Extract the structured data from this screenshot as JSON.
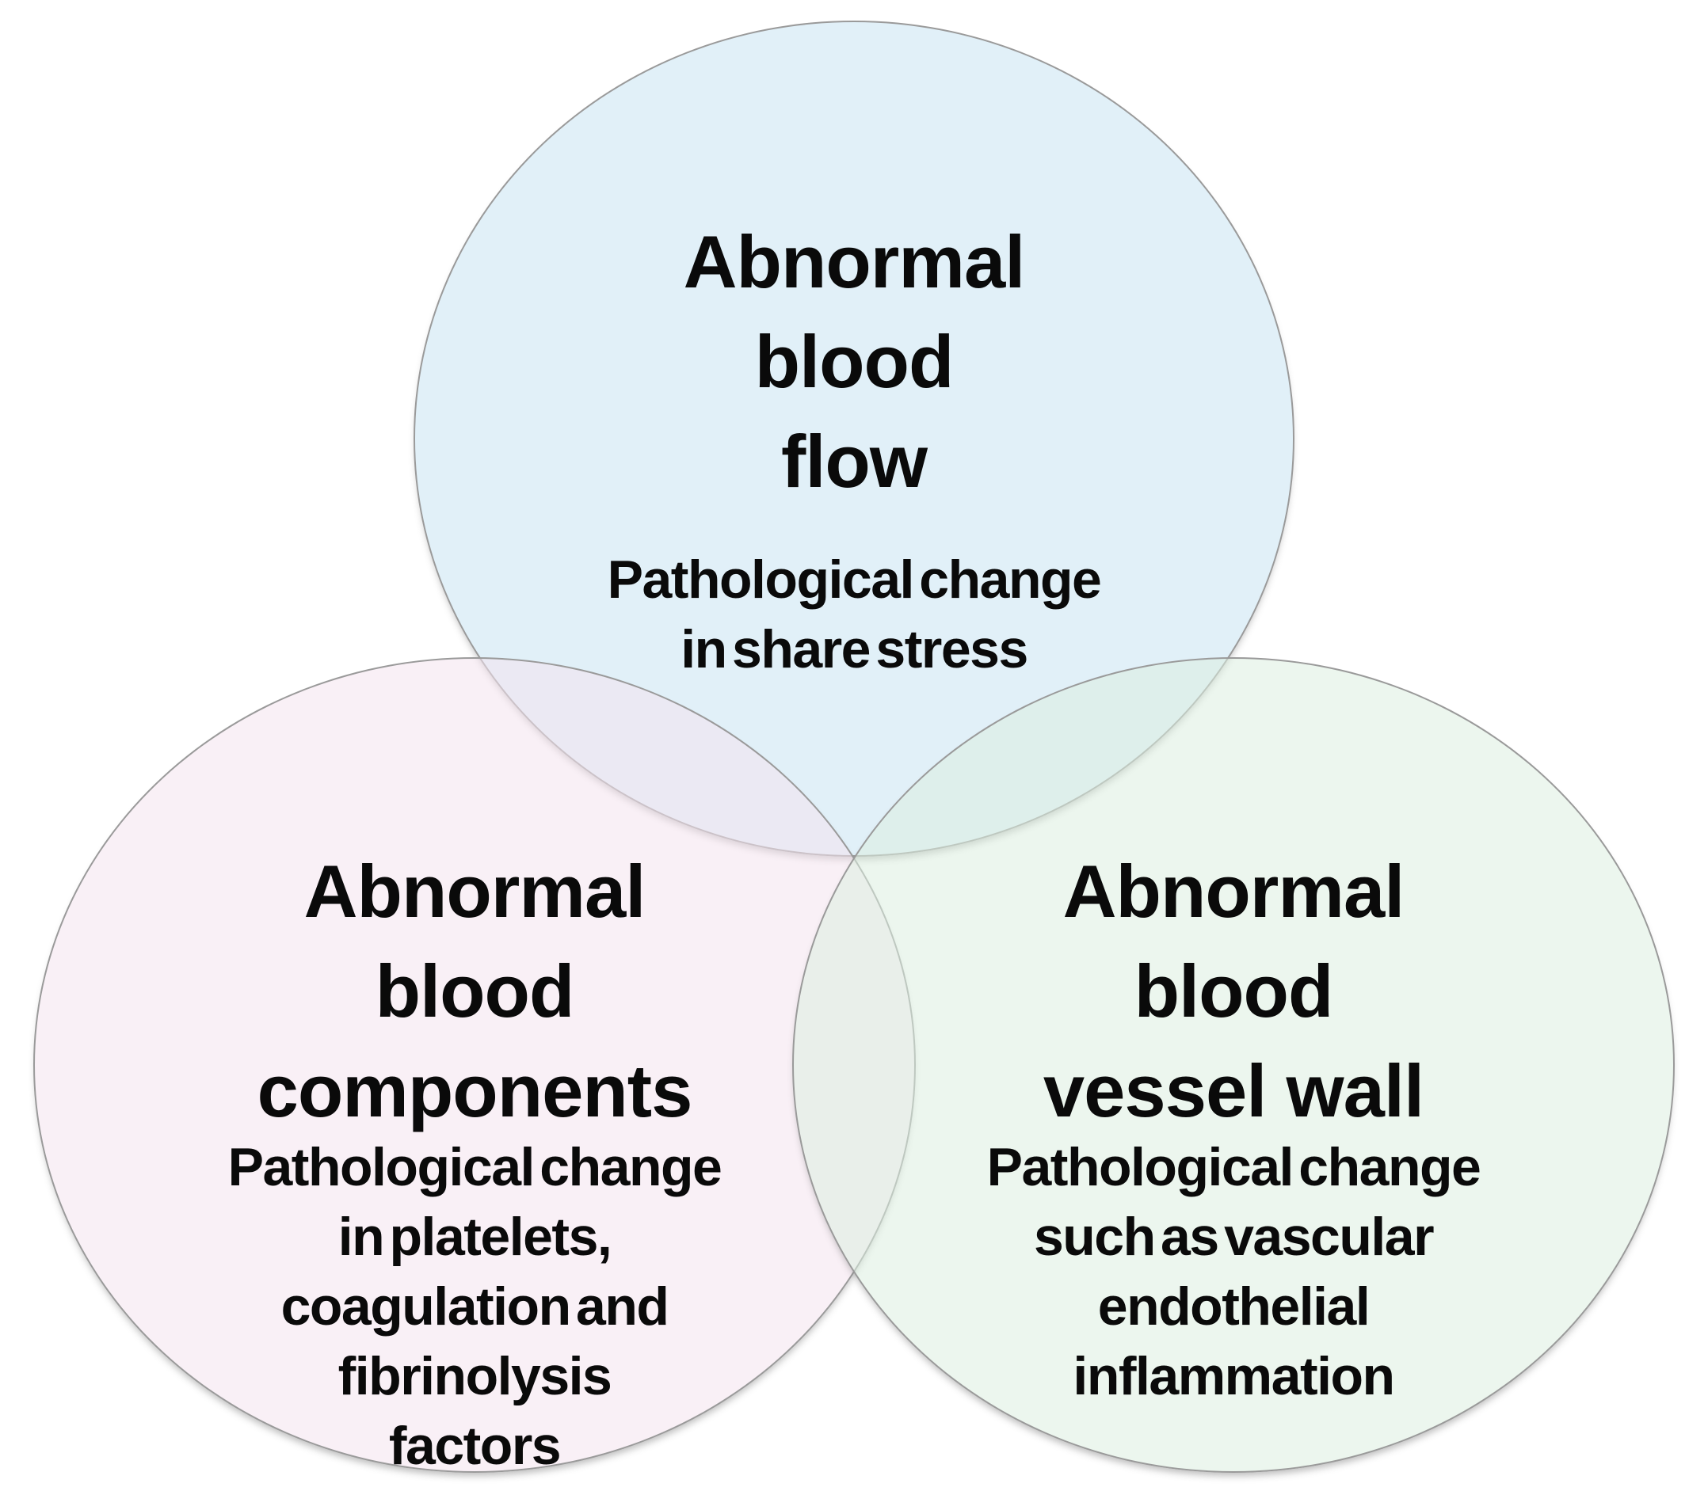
{
  "figure": {
    "type": "venn-diagram",
    "background_color": "#ffffff",
    "border_color": "#9a9a9a",
    "text_color": "#0a0a0a",
    "circles": [
      {
        "id": "abnormal-blood-flow",
        "position": "top",
        "fill_rgba": "rgba(200,228,242,0.55)",
        "fill_hex_on_white": "#e1f0f8",
        "title_lines": [
          "Abnormal",
          "blood",
          "flow"
        ],
        "subtitle_lines": [
          "Pathological change",
          "in share stress"
        ]
      },
      {
        "id": "abnormal-blood-components",
        "position": "bottom-left",
        "fill_rgba": "rgba(244,228,239,0.55)",
        "fill_hex_on_white": "#f9f0f6",
        "title_lines": [
          "Abnormal",
          "blood",
          "components"
        ],
        "subtitle_lines": [
          "Pathological change",
          "in platelets,",
          "coagulation and",
          "fibrinolysis",
          "factors"
        ]
      },
      {
        "id": "abnormal-blood-vessel-wall",
        "position": "bottom-right",
        "fill_rgba": "rgba(220,239,224,0.55)",
        "fill_hex_on_white": "#ecf6ee",
        "title_lines": [
          "Abnormal",
          "blood",
          "vessel wall"
        ],
        "subtitle_lines": [
          "Pathological change",
          "such as vascular",
          "endothelial",
          "inflammation"
        ]
      }
    ]
  }
}
